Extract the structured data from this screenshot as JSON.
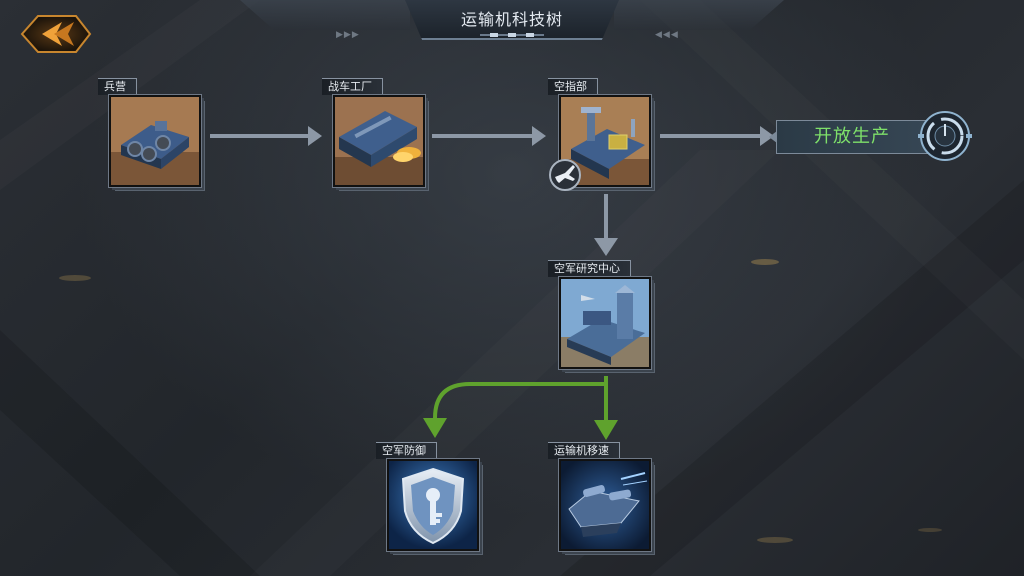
{
  "header": {
    "title": "运输机科技树"
  },
  "nodes": [
    {
      "id": "barracks",
      "label": "兵营"
    },
    {
      "id": "war-factory",
      "label": "战车工厂"
    },
    {
      "id": "air-command",
      "label": "空指部"
    },
    {
      "id": "air-research",
      "label": "空军研究中心"
    },
    {
      "id": "air-defense",
      "label": "空军防御"
    },
    {
      "id": "transport-speed",
      "label": "运输机移速"
    }
  ],
  "production": {
    "label": "开放生产"
  },
  "colors": {
    "link_gray": "#8d98a6",
    "link_green": "#5fa22d",
    "open_text": "#7ee06a"
  },
  "icons": [
    "back-arrow-icon",
    "jet-icon",
    "production-dial-icon"
  ]
}
